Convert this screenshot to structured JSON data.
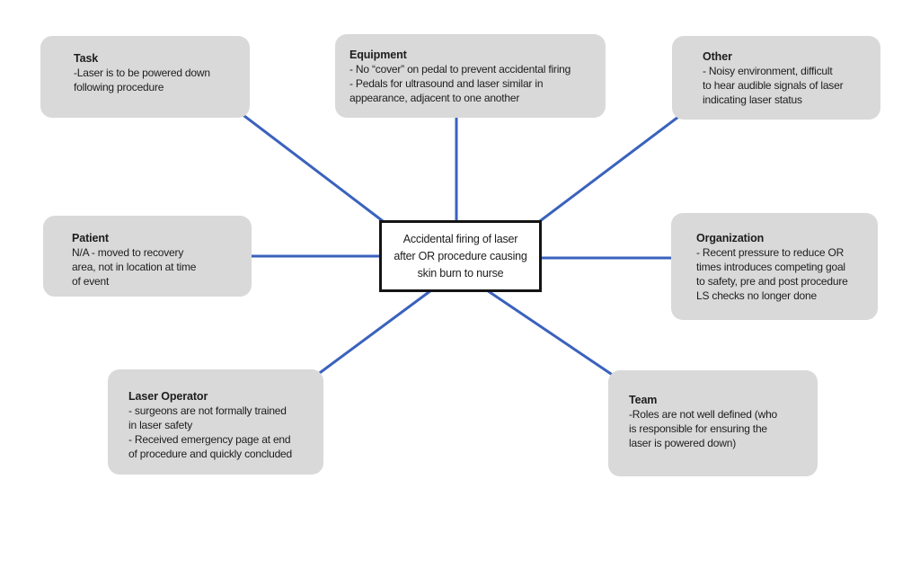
{
  "diagram": {
    "type": "cause-and-effect spider diagram",
    "center": {
      "text": "Accidental firing of laser\nafter OR procedure causing\nskin burn to nurse"
    },
    "nodes": {
      "task": {
        "title": "Task",
        "body": "-Laser is to be powered down\nfollowing procedure"
      },
      "equipment": {
        "title": "Equipment",
        "body": "- No “cover” on pedal to prevent accidental firing\n- Pedals for ultrasound and laser similar in\nappearance, adjacent to one another"
      },
      "other": {
        "title": "Other",
        "body": "- Noisy environment, difficult\nto hear audible signals of laser\nindicating laser status"
      },
      "patient": {
        "title": "Patient",
        "body": "N/A - moved to recovery\narea, not in location at time\nof event"
      },
      "organization": {
        "title": "Organization",
        "body": "- Recent pressure to reduce OR\ntimes introduces competing goal\nto safety, pre and post procedure\nLS checks no longer done"
      },
      "laser_operator": {
        "title": "Laser Operator",
        "body": "- surgeons are not formally trained\nin laser safety\n- Received emergency page at end\nof procedure and quickly concluded"
      },
      "team": {
        "title": "Team",
        "body": "-Roles are not well defined (who\nis responsible for ensuring the\nlaser is powered down)"
      }
    }
  },
  "colors": {
    "line": "#3a62bd",
    "node_fill": "#d9d9d9",
    "center_border": "#141414"
  }
}
